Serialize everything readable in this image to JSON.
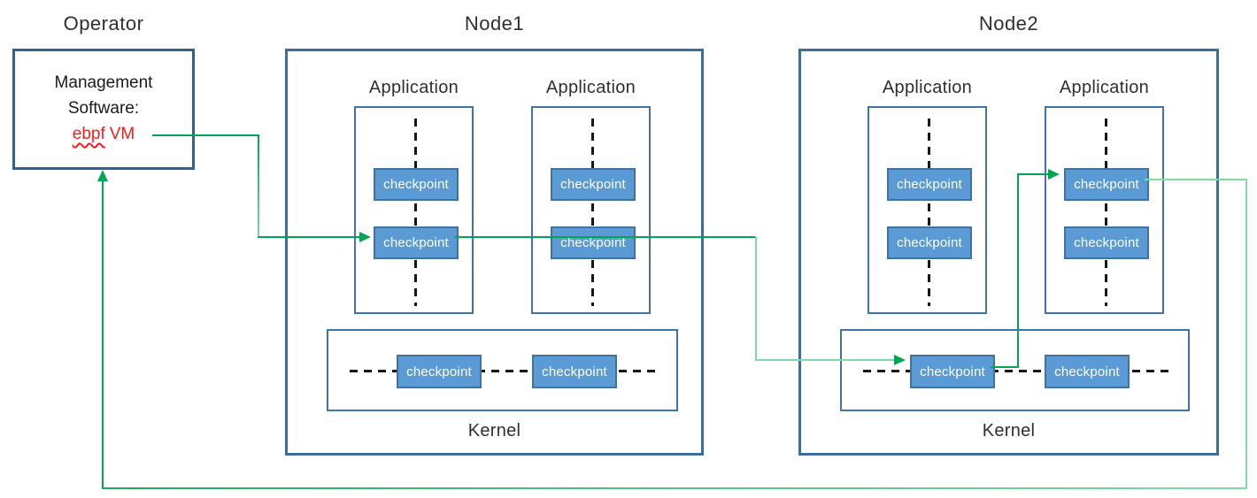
{
  "operator": {
    "title": "Operator",
    "line1": "Management",
    "line2": "Software:",
    "vm_underlined": "ebpf",
    "vm_rest": "VM"
  },
  "nodes": [
    {
      "title": "Node1",
      "applications": [
        {
          "label": "Application",
          "checkpoints": [
            "checkpoint",
            "checkpoint"
          ]
        },
        {
          "label": "Application",
          "checkpoints": [
            "checkpoint",
            "checkpoint"
          ]
        }
      ],
      "kernel": {
        "label": "Kernel",
        "checkpoints": [
          "checkpoint",
          "checkpoint"
        ]
      }
    },
    {
      "title": "Node2",
      "applications": [
        {
          "label": "Application",
          "checkpoints": [
            "checkpoint",
            "checkpoint"
          ]
        },
        {
          "label": "Application",
          "checkpoints": [
            "checkpoint",
            "checkpoint"
          ]
        }
      ],
      "kernel": {
        "label": "Kernel",
        "checkpoints": [
          "checkpoint",
          "checkpoint"
        ]
      }
    }
  ],
  "colors": {
    "accent_blue": "#5B9BD5",
    "accent_blue_border": "#41719C",
    "box_border": "#3A6EA0",
    "box_border_light": "#3E74A8",
    "op_border": "#31618F",
    "green_dark": "#00A651",
    "green_mid": "#1FAB60",
    "green_light": "#7EDBA5",
    "red_text": "#FF1A1A",
    "text_dark": "#2F2F2F"
  }
}
